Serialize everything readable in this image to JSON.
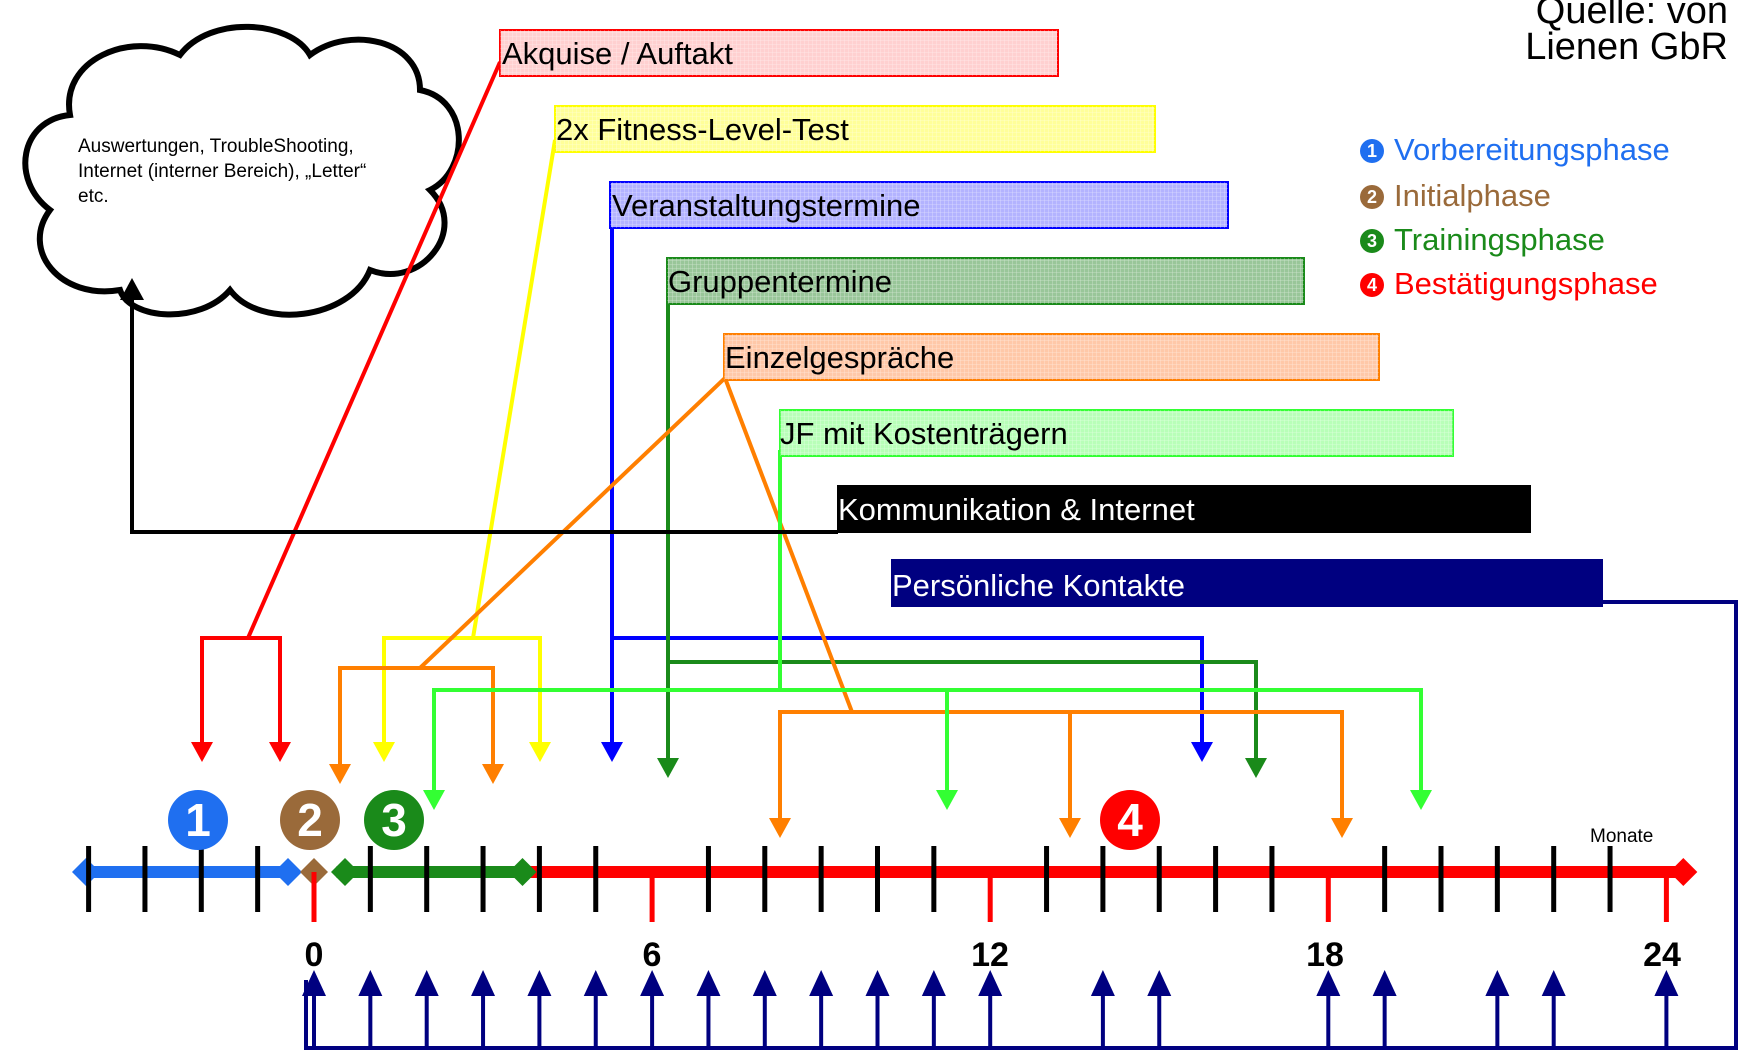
{
  "cloud": {
    "text": "Auswertungen, TroubleShooting, Internet (interner Bereich), „Letter“ etc."
  },
  "source": {
    "line1": "Quelle: von",
    "line2": "Lienen GbR"
  },
  "legend": [
    {
      "num": "1",
      "label": "Vorbereitungsphase",
      "color": "#1f6ff0"
    },
    {
      "num": "2",
      "label": "Initialphase",
      "color": "#9a6a3a"
    },
    {
      "num": "3",
      "label": "Trainingsphase",
      "color": "#1a8a1a"
    },
    {
      "num": "4",
      "label": "Bestätigungsphase",
      "color": "#ff0000"
    }
  ],
  "bars": [
    {
      "label": "Akquise / Auftakt",
      "fill": "#ffd0d0",
      "border": "#ff0000",
      "text": "#000000",
      "line": "#ff0000"
    },
    {
      "label": "2x Fitness-Level-Test",
      "fill": "#ffff99",
      "border": "#ffff00",
      "text": "#000000",
      "line": "#ffff00"
    },
    {
      "label": "Veranstaltungstermine",
      "fill": "#b3b3ff",
      "border": "#0000ff",
      "text": "#000000",
      "line": "#0000ff"
    },
    {
      "label": "Gruppentermine",
      "fill": "#99c699",
      "border": "#1a8a1a",
      "text": "#000000",
      "line": "#1a8a1a"
    },
    {
      "label": "Einzelgespräche",
      "fill": "#ffc8a8",
      "border": "#ff7f00",
      "text": "#000000",
      "line": "#ff7f00"
    },
    {
      "label": "JF mit Kostenträgern",
      "fill": "#b8ffb8",
      "border": "#33ff33",
      "text": "#000000",
      "line": "#33ff33"
    },
    {
      "label": "Kommunikation & Internet",
      "fill": "#000000",
      "border": "#000000",
      "text": "#ffffff",
      "line": "#000000"
    },
    {
      "label": "Persönliche Kontakte",
      "fill": "#000080",
      "border": "#000080",
      "text": "#ffffff",
      "line": "#000080"
    }
  ],
  "phases": [
    {
      "num": "1",
      "color": "#1f6ff0"
    },
    {
      "num": "2",
      "color": "#9a6a3a"
    },
    {
      "num": "3",
      "color": "#1a8a1a"
    },
    {
      "num": "4",
      "color": "#ff0000"
    }
  ],
  "timeline": {
    "unit_label": "Monate",
    "tick_labels": [
      "0",
      "6",
      "12",
      "18",
      "24"
    ],
    "colors": {
      "prep": "#1f6ff0",
      "initial": "#9a6a3a",
      "training": "#1a8a1a",
      "confirm": "#ff0000"
    }
  }
}
